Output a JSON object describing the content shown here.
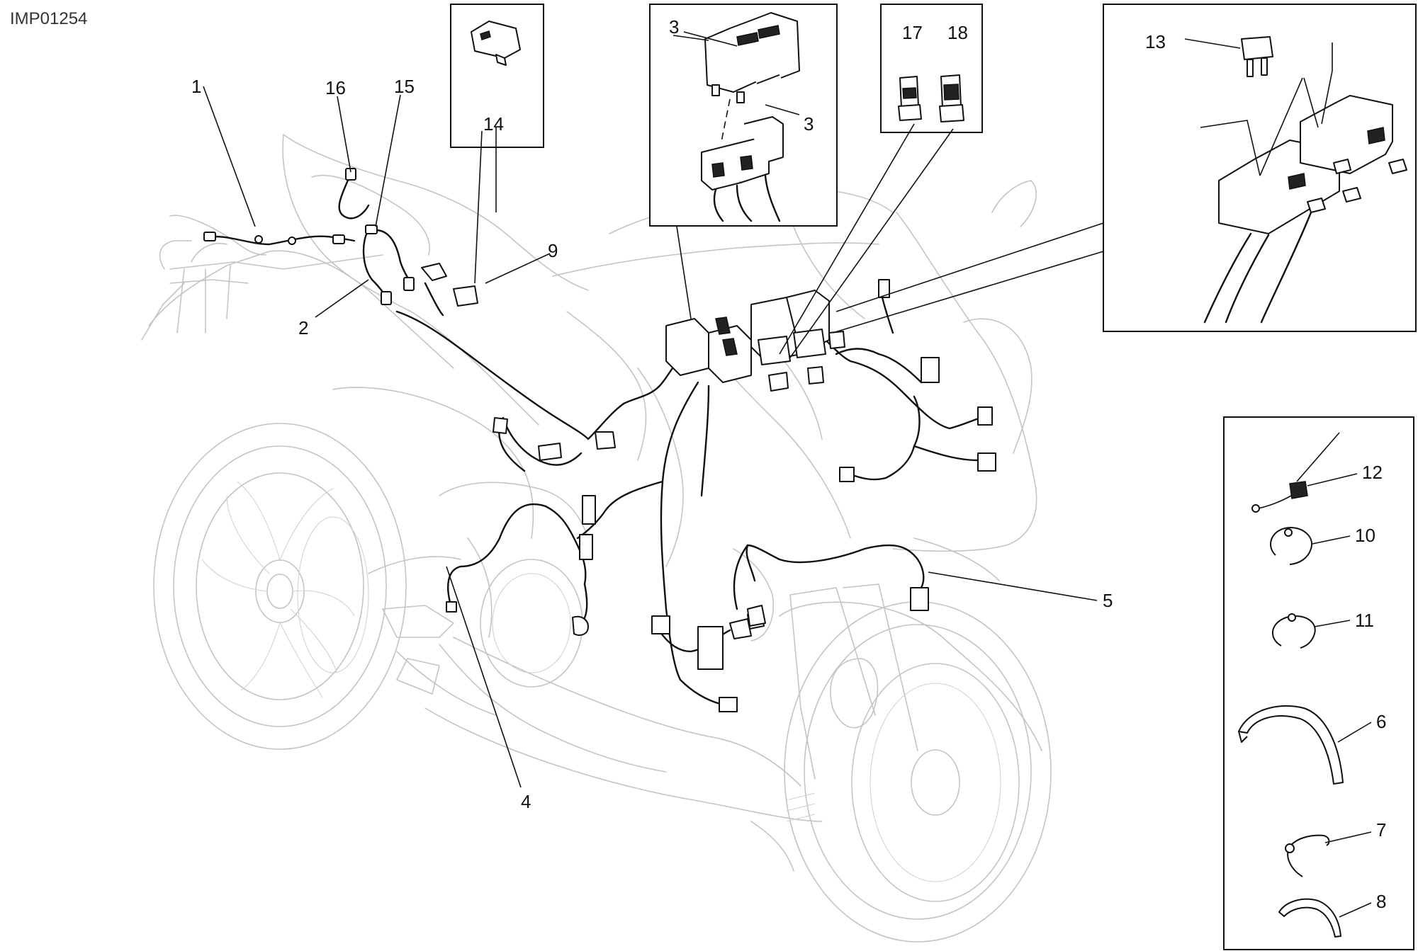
{
  "diagram": {
    "code": "IMP01254",
    "callouts": {
      "c1": "1",
      "c2": "2",
      "c3a": "3",
      "c3b": "3",
      "c4": "4",
      "c5": "5",
      "c6": "6",
      "c7": "7",
      "c8": "8",
      "c9": "9",
      "c10": "10",
      "c11": "11",
      "c12": "12",
      "c13": "13",
      "c14": "14",
      "c15": "15",
      "c16": "16",
      "c17": "17",
      "c18": "18"
    }
  }
}
